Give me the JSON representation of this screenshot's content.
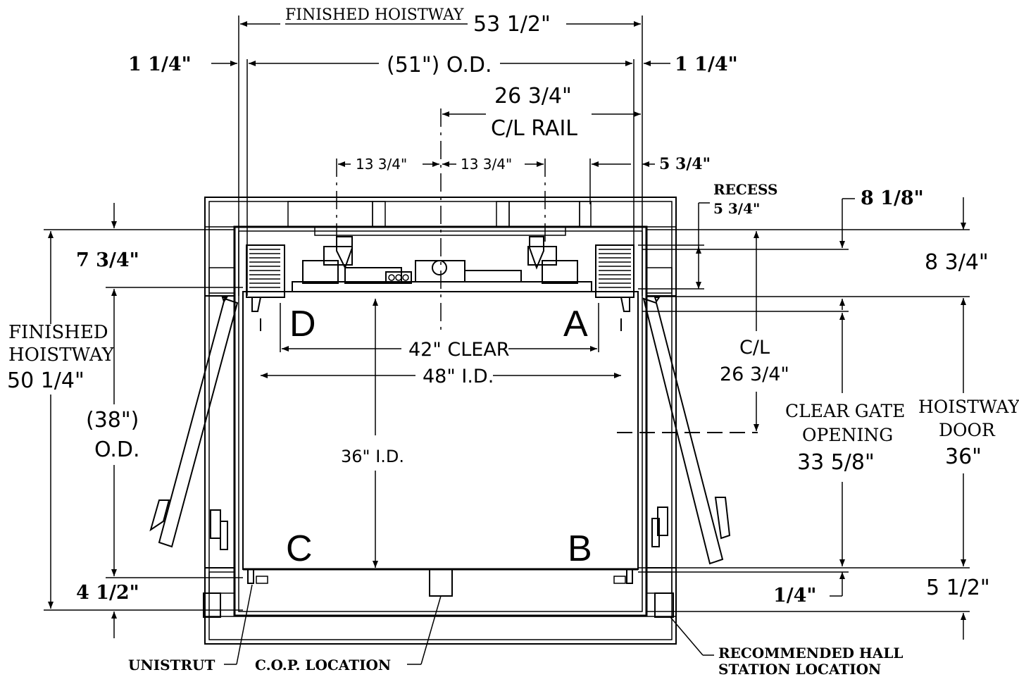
{
  "dims": {
    "top_width_label": "FINISHED HOISTWAY",
    "top_width_value": "53 1/2\"",
    "od_width": "(51\") O.D.",
    "side_gap_left": "1 1/4\"",
    "side_gap_right": "1 1/4\"",
    "rail_offset_value": "26 3/4\"",
    "rail_offset_label": "C/L RAIL",
    "rail_left": "13 3/4\"",
    "rail_right": "13 3/4\"",
    "right_5_3_4": "5 3/4\"",
    "recess_label": "RECESS",
    "recess_value": "5 3/4\"",
    "top_8_1_8": "8 1/8\"",
    "left_7_3_4": "7 3/4\"",
    "right_8_3_4": "8 3/4\"",
    "hoistway_depth_label_1": "FINISHED",
    "hoistway_depth_label_2": "HOISTWAY",
    "hoistway_depth_value": "50 1/4\"",
    "od_depth_1": "(38\")",
    "od_depth_2": "O.D.",
    "clear_width": "42\" CLEAR",
    "id_width": "48\" I.D.",
    "id_depth": "36\" I.D.",
    "cl_label": "C/L",
    "cl_value": "26 3/4\"",
    "clear_gate_1": "CLEAR GATE",
    "clear_gate_2": "OPENING",
    "clear_gate_value": "33 5/8\"",
    "hoistway_door_1": "HOISTWAY",
    "hoistway_door_2": "DOOR",
    "hoistway_door_value": "36\"",
    "bottom_left_4_1_2": "4 1/2\"",
    "bottom_1_4": "1/4\"",
    "bottom_right_5_1_2": "5 1/2\""
  },
  "corners": {
    "a": "A",
    "b": "B",
    "c": "C",
    "d": "D"
  },
  "notes": {
    "unistrut": "UNISTRUT",
    "cop": "C.O.P. LOCATION",
    "hall_station_1": "RECOMMENDED HALL",
    "hall_station_2": "STATION LOCATION"
  }
}
